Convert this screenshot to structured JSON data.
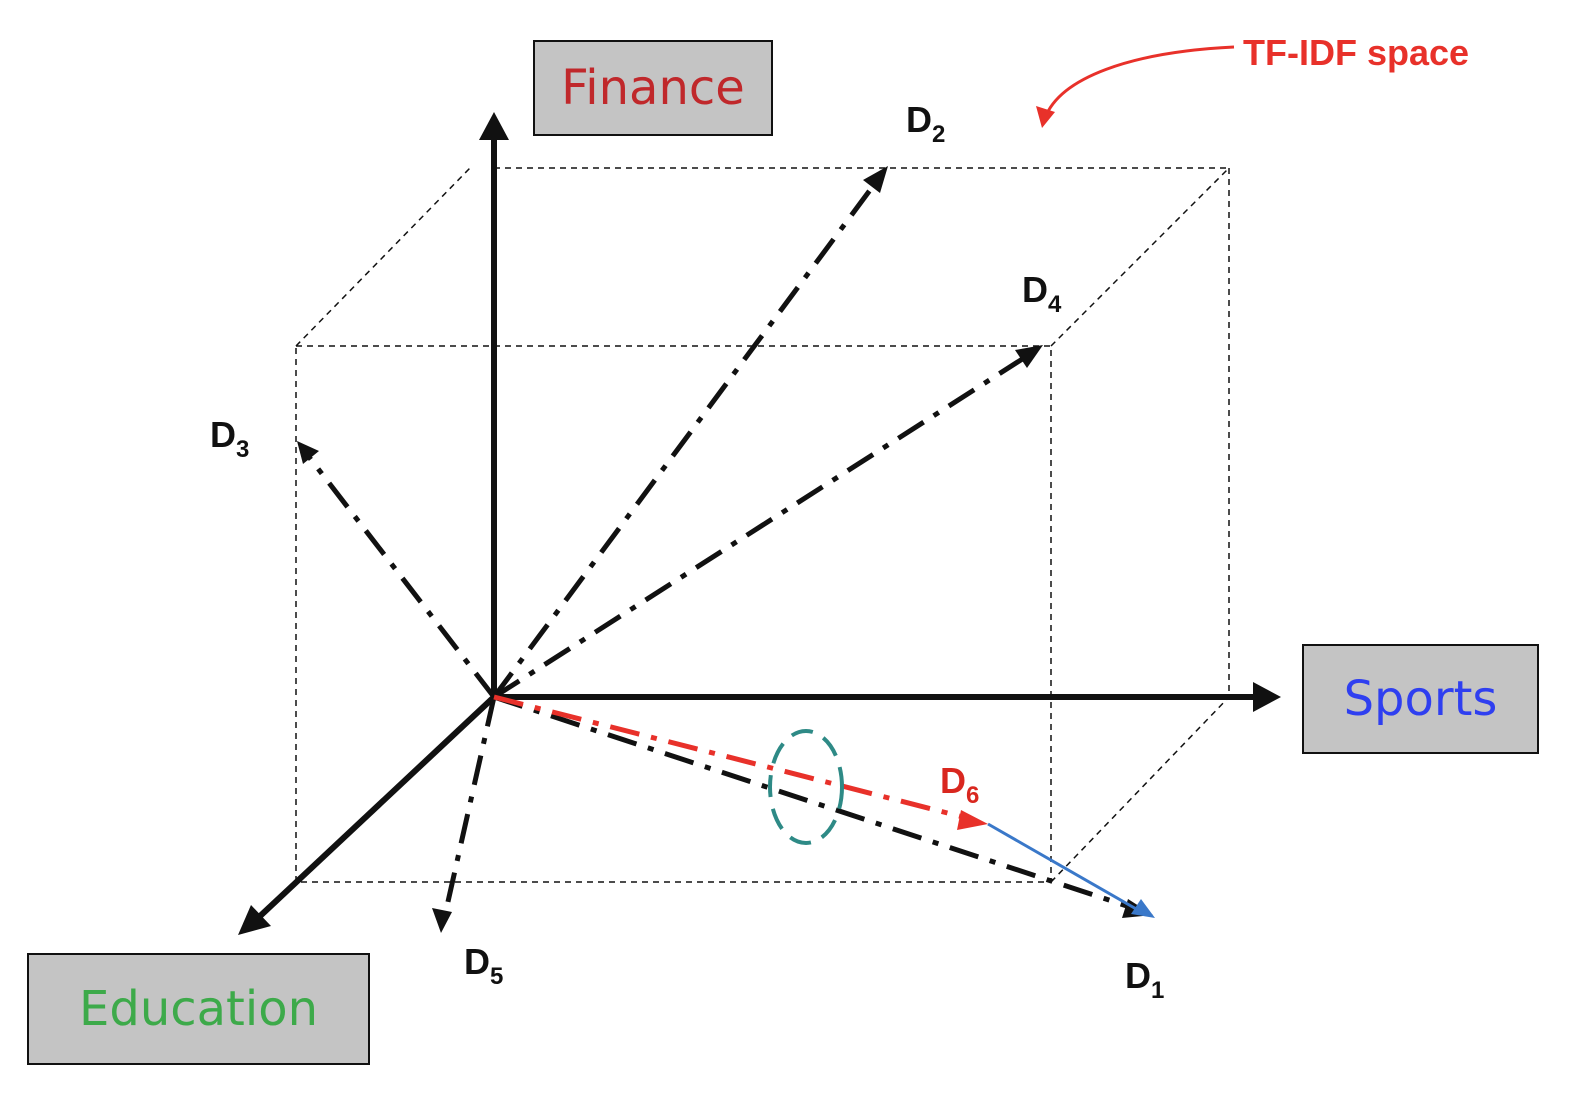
{
  "colors": {
    "finance": "#c0282b",
    "sports": "#2f3ff0",
    "education": "#3daa4a",
    "space_label": "#e8312a",
    "d6": "#d9271f",
    "d6_vector": "#e8312a",
    "difference_vector": "#3a78c9",
    "highlight_ellipse": "#2e8a86",
    "axes": "#111111"
  },
  "axes": {
    "finance": "Finance",
    "sports": "Sports",
    "education": "Education"
  },
  "space_label": "TF-IDF space",
  "documents": {
    "d1": {
      "letter": "D",
      "index": "1"
    },
    "d2": {
      "letter": "D",
      "index": "2"
    },
    "d3": {
      "letter": "D",
      "index": "3"
    },
    "d4": {
      "letter": "D",
      "index": "4"
    },
    "d5": {
      "letter": "D",
      "index": "5"
    },
    "d6": {
      "letter": "D",
      "index": "6"
    }
  },
  "icons": {
    "space_pointer": "curved-arrow-icon",
    "similarity_highlight": "dashed-ellipse-icon"
  }
}
